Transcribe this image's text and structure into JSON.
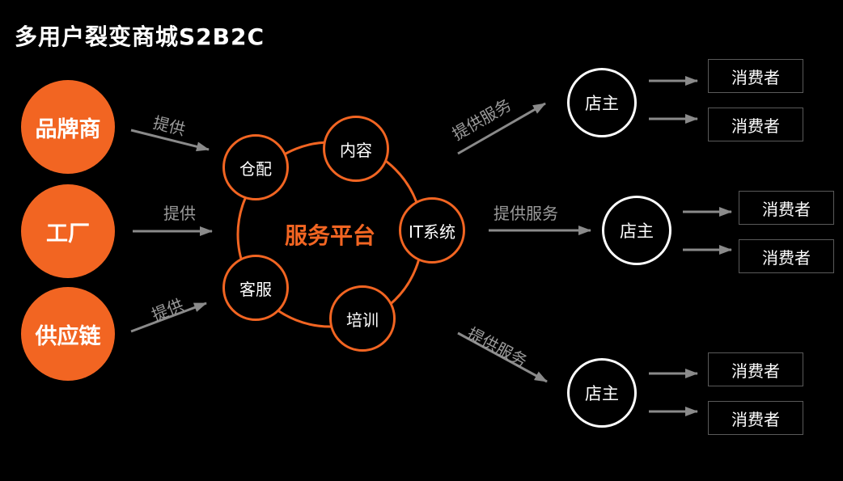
{
  "title": "多用户裂变商城S2B2C",
  "colors": {
    "accent": "#f26522",
    "arrow": "#8a8a8a",
    "background": "#000000",
    "label": "#9a9a9a"
  },
  "sources": [
    "品牌商",
    "工厂",
    "供应链"
  ],
  "source_arrow_label": "提供",
  "platform": {
    "center_label": "服务平台",
    "nodes": [
      "内容",
      "仓配",
      "IT系统",
      "客服",
      "培训"
    ]
  },
  "service_arrow_label": "提供服务",
  "shops": [
    "店主",
    "店主",
    "店主"
  ],
  "consumer_label": "消费者"
}
